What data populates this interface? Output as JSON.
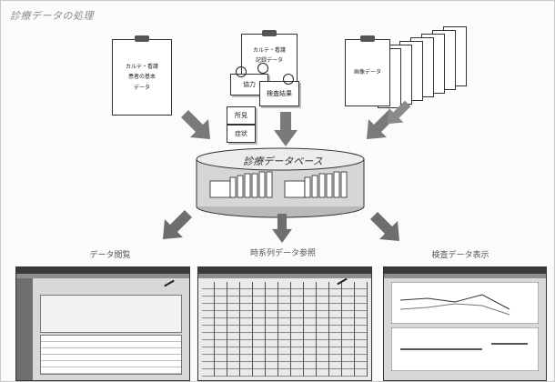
{
  "header": {
    "title": "診療データの処理"
  },
  "sources": {
    "left_clipboard": {
      "line1": "カルテ・看護",
      "line2": "患者の基本",
      "line3": "データ"
    },
    "center_clipboard": {
      "line1": "カルテ・看護",
      "line2": "記録データ"
    },
    "sticky_notes": [
      "協力",
      "検査結果",
      "所見",
      "症状"
    ],
    "right_stack": {
      "label": "画像データ"
    }
  },
  "database": {
    "label": "診療データベース"
  },
  "outputs": [
    {
      "label": "データ閲覧"
    },
    {
      "label": "時系列データ参照"
    },
    {
      "label": "検査データ表示"
    }
  ],
  "colors": {
    "arrow": "#7a7a7a",
    "db": "#d9d9d9"
  }
}
